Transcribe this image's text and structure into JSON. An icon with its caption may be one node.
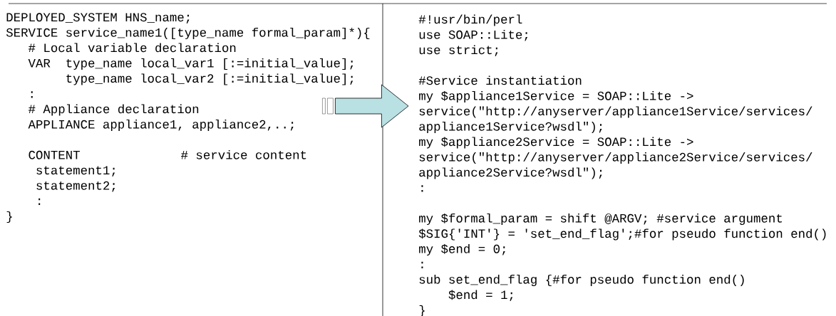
{
  "diagram": {
    "nodes": [
      {
        "text": [
          "DEPLOYED_SYSTEM HNS_name;",
          "SERVICE service_name1([type_name formal_param]*){",
          "# Local variable declaration",
          "VAR",
          "type_name local_var1 [:=initial_value];",
          "type_name local_var2 [:=initial_value];",
          ":",
          "# Appliance declaration",
          "APPLIANCE appliance1, appliance2,..;",
          "CONTENT",
          "# service content",
          "statement1;",
          "statement2;",
          ":",
          "}"
        ]
      },
      {
        "text": [
          "#!usr/bin/perl",
          "use SOAP::Lite;",
          "use strict;",
          "#Service instantiation",
          "my $appliance1Service = SOAP::Lite ->",
          "service(\"http://anyserver/appliance1Service/services/",
          "appliance1Service?wsdl\");",
          "my $appliance2Service = SOAP::Lite ->",
          "service(\"http://anyserver/appliance2Service/services/",
          "appliance2Service?wsdl\");",
          ":",
          "my $formal_param = shift @ARGV; #service argument",
          "$SIG{'INT'} = 'set_end_flag';#for pseudo function end()",
          "my $end = 0;",
          ":",
          "sub set_end_flag {#for pseudo function end()",
          "$end = 1;",
          "}"
        ]
      }
    ],
    "edges": [
      {
        "from": 0,
        "to": 1,
        "arrow": "to"
      }
    ]
  }
}
